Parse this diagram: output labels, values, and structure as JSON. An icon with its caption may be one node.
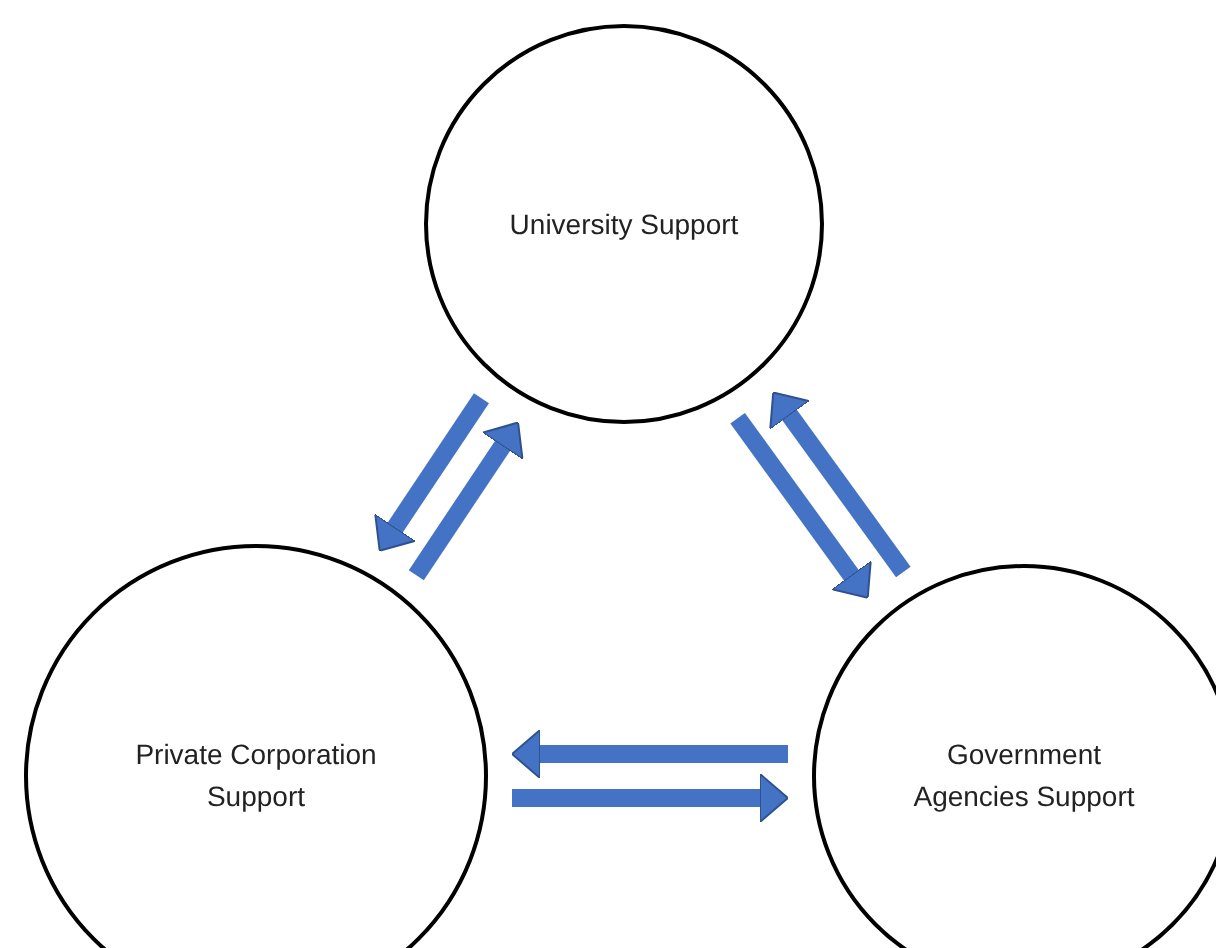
{
  "diagram": {
    "nodes": [
      {
        "text": [
          "University Support"
        ]
      },
      {
        "text": [
          "Private Corporation Support"
        ]
      },
      {
        "text": [
          "Government Agencies Support"
        ]
      }
    ],
    "edges": [
      {
        "from": 0,
        "to": 1,
        "arrow": "to"
      },
      {
        "from": 1,
        "to": 0,
        "arrow": "to"
      },
      {
        "from": 0,
        "to": 2,
        "arrow": "to"
      },
      {
        "from": 2,
        "to": 0,
        "arrow": "to"
      },
      {
        "from": 2,
        "to": 1,
        "arrow": "to"
      },
      {
        "from": 1,
        "to": 2,
        "arrow": "to"
      }
    ]
  }
}
